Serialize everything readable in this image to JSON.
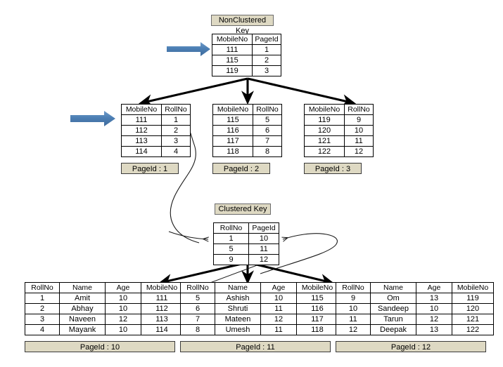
{
  "diagram": {
    "title_nonclustered": "NonClustered Key",
    "title_clustered": "Clustered Key",
    "icons": {
      "blue_arrow": "blue-right-arrow-icon",
      "black_arrow": "black-fan-arrow-icon",
      "curved_arrow": "thin-curved-pointer-icon"
    },
    "colors": {
      "accent_blue": "#4779ad",
      "caption_bg": "#ded9c3",
      "line": "#000000",
      "page_bg": "#ffffff"
    }
  },
  "root_table": {
    "name": "nonclustered-root",
    "headers": [
      "MobileNo",
      "PageId"
    ],
    "rows": [
      [
        "111",
        "1"
      ],
      [
        "115",
        "2"
      ],
      [
        "119",
        "3"
      ]
    ]
  },
  "leaf_tables": [
    {
      "name": "nonclustered-leaf-1",
      "headers": [
        "MobileNo",
        "RollNo"
      ],
      "rows": [
        [
          "111",
          "1"
        ],
        [
          "112",
          "2"
        ],
        [
          "113",
          "3"
        ],
        [
          "114",
          "4"
        ]
      ],
      "caption": "PageId : 1"
    },
    {
      "name": "nonclustered-leaf-2",
      "headers": [
        "MobileNo",
        "RollNo"
      ],
      "rows": [
        [
          "115",
          "5"
        ],
        [
          "116",
          "6"
        ],
        [
          "117",
          "7"
        ],
        [
          "118",
          "8"
        ]
      ],
      "caption": "PageId : 2"
    },
    {
      "name": "nonclustered-leaf-3",
      "headers": [
        "MobileNo",
        "RollNo"
      ],
      "rows": [
        [
          "119",
          "9"
        ],
        [
          "120",
          "10"
        ],
        [
          "121",
          "11"
        ],
        [
          "122",
          "12"
        ]
      ],
      "caption": "PageId : 3"
    }
  ],
  "clustered_root": {
    "name": "clustered-root",
    "headers": [
      "RollNo",
      "PageId"
    ],
    "rows": [
      [
        "1",
        "10"
      ],
      [
        "5",
        "11"
      ],
      [
        "9",
        "12"
      ]
    ]
  },
  "data_tables": [
    {
      "name": "clustered-data-page-10",
      "headers": [
        "RollNo",
        "Name",
        "Age",
        "MobileNo"
      ],
      "rows": [
        [
          "1",
          "Amit",
          "10",
          "111"
        ],
        [
          "2",
          "Abhay",
          "10",
          "112"
        ],
        [
          "3",
          "Naveen",
          "12",
          "113"
        ],
        [
          "4",
          "Mayank",
          "10",
          "114"
        ]
      ],
      "caption": "PageId : 10"
    },
    {
      "name": "clustered-data-page-11",
      "headers": [
        "RollNo",
        "Name",
        "Age",
        "MobileNo"
      ],
      "rows": [
        [
          "5",
          "Ashish",
          "10",
          "115"
        ],
        [
          "6",
          "Shruti",
          "11",
          "116"
        ],
        [
          "7",
          "Mateen",
          "12",
          "117"
        ],
        [
          "8",
          "Umesh",
          "11",
          "118"
        ]
      ],
      "caption": "PageId : 11"
    },
    {
      "name": "clustered-data-page-12",
      "headers": [
        "RollNo",
        "Name",
        "Age",
        "MobileNo"
      ],
      "rows": [
        [
          "9",
          "Om",
          "13",
          "119"
        ],
        [
          "10",
          "Sandeep",
          "10",
          "120"
        ],
        [
          "11",
          "Tarun",
          "12",
          "121"
        ],
        [
          "12",
          "Deepak",
          "13",
          "122"
        ]
      ],
      "caption": "PageId : 12"
    }
  ]
}
